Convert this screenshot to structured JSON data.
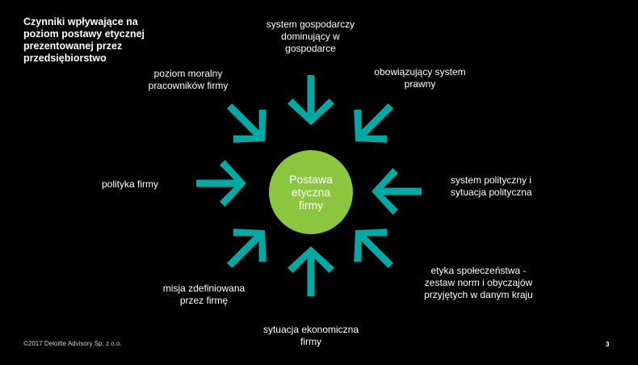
{
  "title": "Czynniki wpływające na\npoziom postawy etycznej\nprezentowanej przez\nprzedsiębiorstwo",
  "center": {
    "label": "Postawa\netyczna\nfirmy",
    "color": "#8cc63f"
  },
  "arrow_color": "#00a9a4",
  "factors": {
    "top": "system gospodarczy\ndominujący w\ngospodarce",
    "top_right": "obowiązujący system\nprawny",
    "right": "system polityczny i\nsytuacja polityczna",
    "bottom_right": "etyka społeczeństwa -\nzestaw norm i obyczajów\nprzyjętych w danym kraju",
    "bottom": "sytuacja ekonomiczna\nfirmy",
    "bottom_left": "misja zdefiniowana\nprzez firmę",
    "left": "polityka firmy",
    "top_left": "poziom moralny\npracowników firmy"
  },
  "footer": "©2017 Deloitte Advisory Sp. z o.o.",
  "page_number": "3"
}
